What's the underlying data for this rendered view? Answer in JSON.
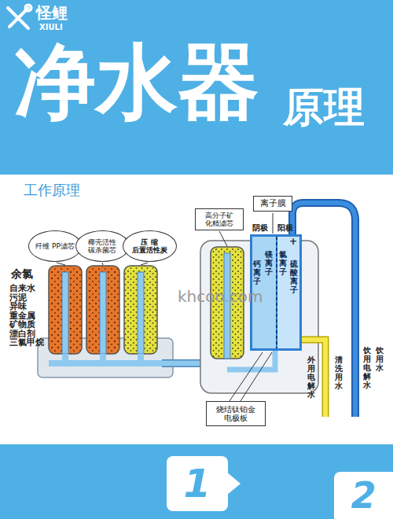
{
  "diagram": {
    "title": "净水器",
    "nodes": [
      {
        "text": [
          "纤维 PP滤芯"
        ]
      },
      {
        "text": [
          "椰壳活性 碳杀菌芯"
        ]
      },
      {
        "text": [
          "压 缩 后置活性炭"
        ]
      },
      {
        "text": [
          "高分子矿 化精滤芯"
        ]
      },
      {
        "text": [
          "离子膜"
        ]
      },
      {
        "text": [
          "烧结钛铂金 电极板"
        ]
      },
      {
        "text": [
          "1"
        ]
      },
      {
        "text": [
          "2"
        ]
      }
    ],
    "labels": [
      "原理",
      "工作原理",
      "余氯",
      "自来水",
      "污泥",
      "异味",
      "重金属",
      "矿物质",
      "漂白剂",
      "三氯甲烷",
      "阴极",
      "阳极",
      "+",
      "钙离子",
      "镁离子",
      "氯离子",
      "硫酸离子",
      "外用电解水",
      "清洗用水",
      "饮用电解水",
      "饮用水",
      "khcoo.com",
      "怪鲤",
      "XIULI"
    ]
  }
}
